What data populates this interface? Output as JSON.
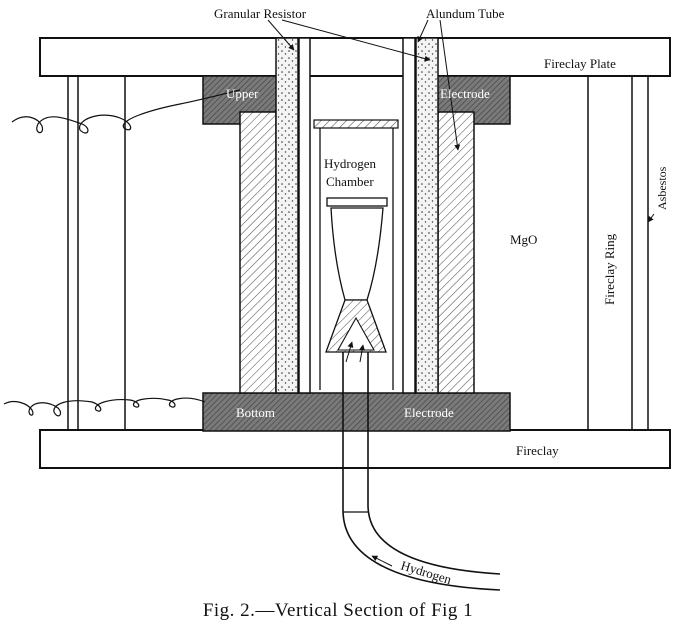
{
  "labels": {
    "granular_resistor": "Granular Resistor",
    "alundum_tube": "Alundum Tube",
    "fireclay_plate": "Fireclay Plate",
    "upper": "Upper",
    "electrode_upper": "Electrode",
    "hydrogen": "Hydrogen",
    "chamber": "Chamber",
    "mgo": "MgO",
    "fireclay_ring": "Fireclay Ring",
    "asbestos": "Asbestos",
    "bottom": "Bottom",
    "electrode_bottom": "Electrode",
    "fireclay": "Fireclay",
    "hydrogen_inlet": "Hydrogen"
  },
  "caption": "Fig. 2.—Vertical Section of Fig 1"
}
